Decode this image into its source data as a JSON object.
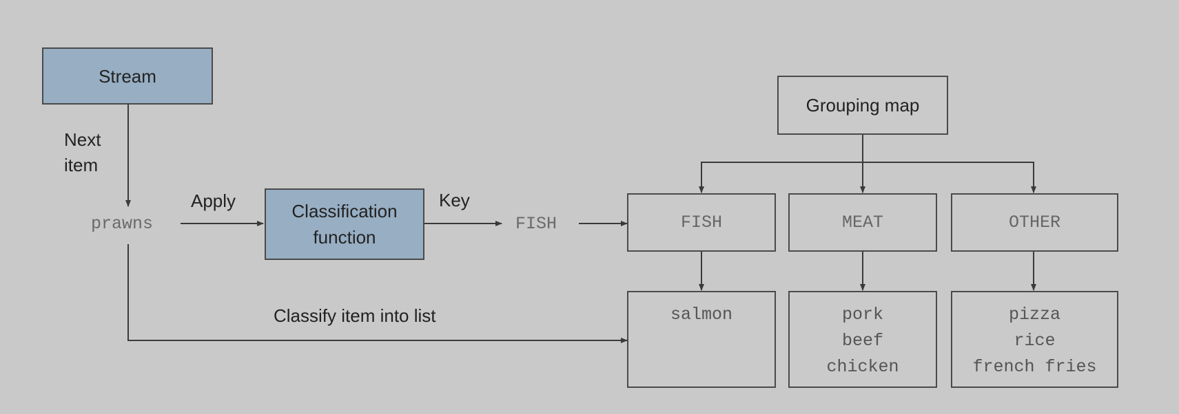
{
  "stream": {
    "label": "Stream"
  },
  "next_item": {
    "line1": "Next",
    "line2": "item"
  },
  "item": {
    "label": "prawns"
  },
  "apply": {
    "label": "Apply"
  },
  "classifier": {
    "line1": "Classification",
    "line2": "function"
  },
  "key_label": {
    "label": "Key"
  },
  "key_value": {
    "label": "FISH"
  },
  "grouping_map": {
    "label": "Grouping map"
  },
  "classify_edge": {
    "label": "Classify item into list"
  },
  "groups": [
    {
      "key": "FISH",
      "items": [
        "salmon"
      ]
    },
    {
      "key": "MEAT",
      "items": [
        "pork",
        "beef",
        "chicken"
      ]
    },
    {
      "key": "OTHER",
      "items": [
        "pizza",
        "rice",
        "french fries"
      ]
    }
  ]
}
